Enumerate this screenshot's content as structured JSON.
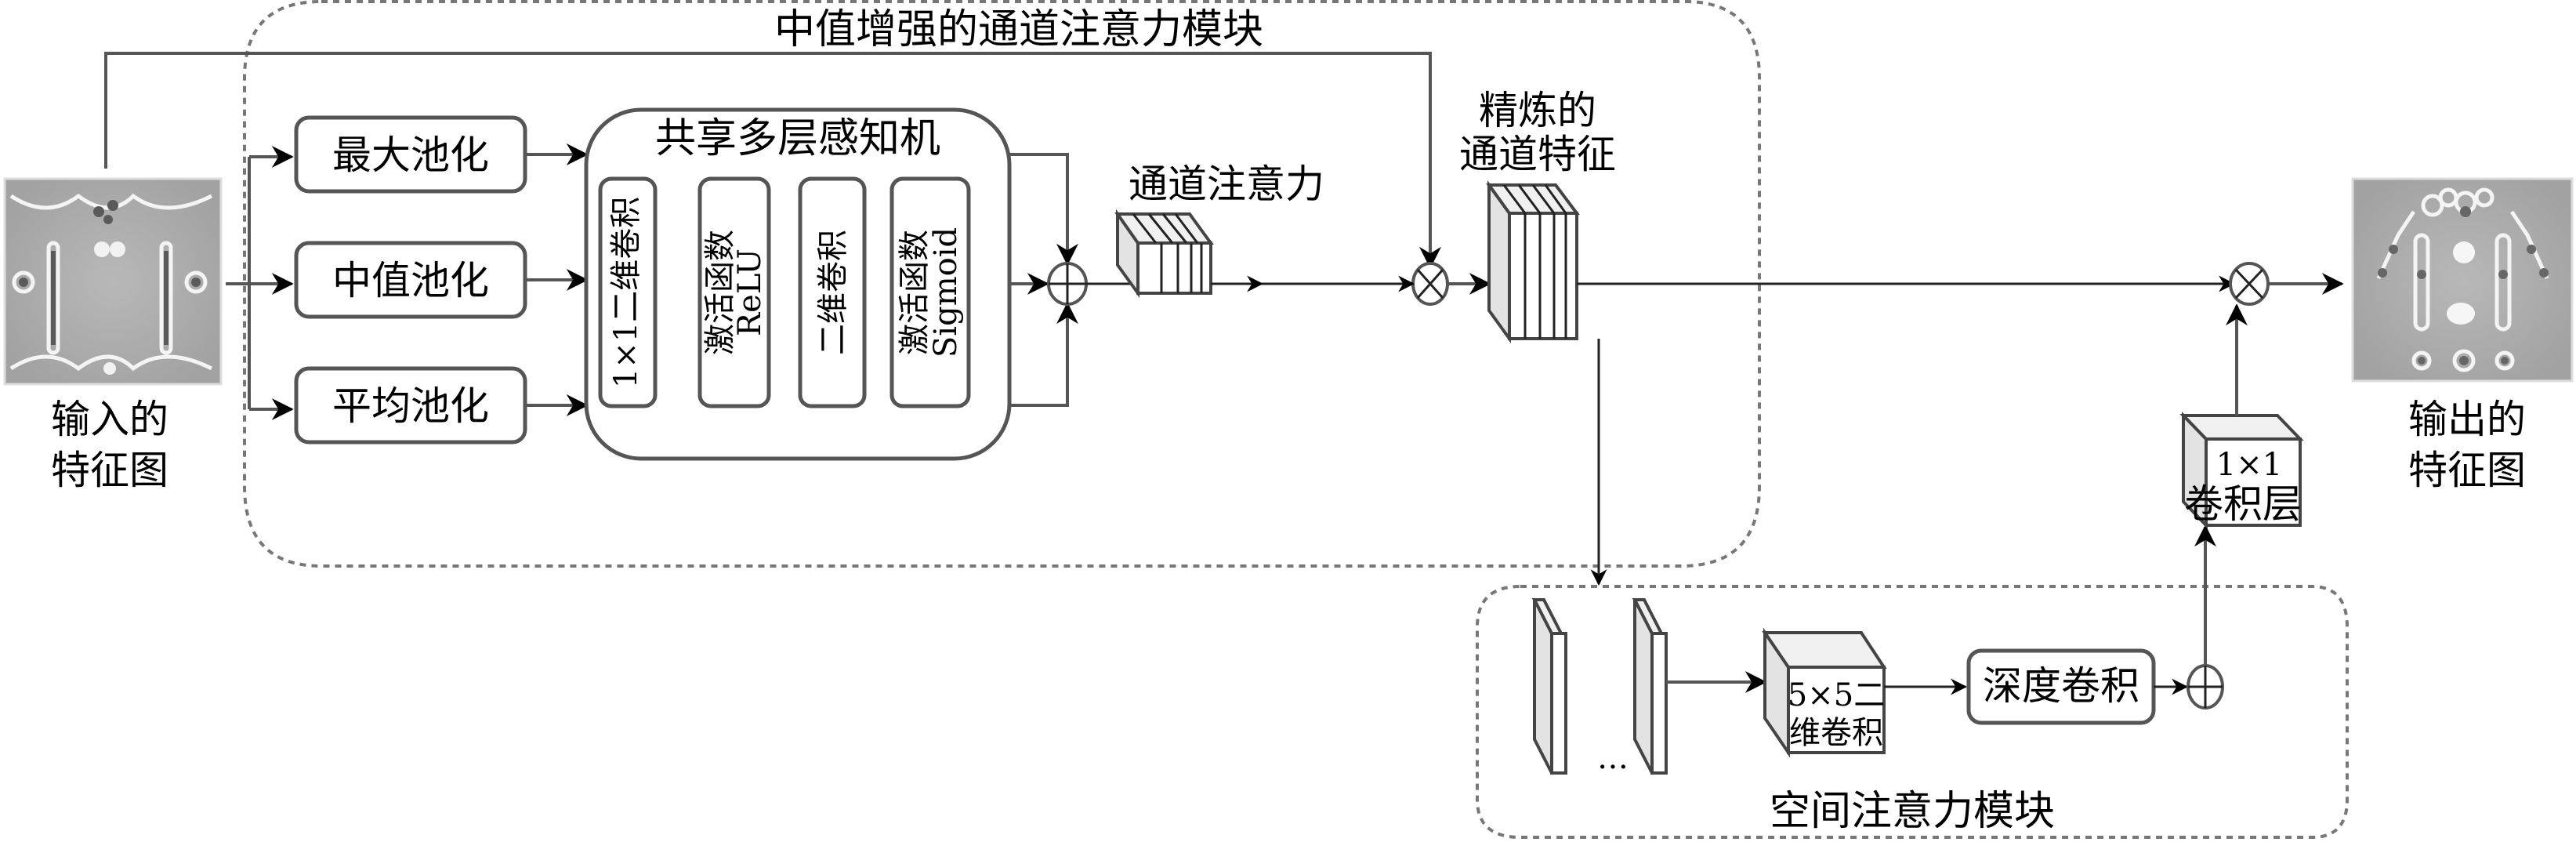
{
  "channel_module": {
    "title": "中值增强的通道注意力模块",
    "pooling": [
      "最大池化",
      "中值池化",
      "平均池化"
    ],
    "mlp": {
      "title": "共享多层感知机",
      "layers": [
        {
          "line1": "1×1二维卷积",
          "line2": ""
        },
        {
          "line1": "激活函数",
          "line2": "ReLU"
        },
        {
          "line1": "二维卷积",
          "line2": ""
        },
        {
          "line1": "激活函数",
          "line2": "Sigmoid"
        }
      ]
    },
    "attention_label": "通道注意力",
    "refined_label": [
      "精炼的",
      "通道特征"
    ]
  },
  "spatial_module": {
    "title": "空间注意力模块",
    "ellipsis": "…",
    "conv5": [
      "5×5二",
      "维卷积"
    ],
    "depthwise": "深度卷积"
  },
  "conv1x1": [
    "1×1",
    "卷积层"
  ],
  "input_label": [
    "输入的",
    "特征图"
  ],
  "output_label": [
    "输出的",
    "特征图"
  ],
  "operators": {
    "add": "add-operator",
    "multiply": "multiply-operator"
  },
  "colors": {
    "stroke": "#555555",
    "side_face": "#e3e3e3",
    "feature_map_bg": "#a8a8a8"
  }
}
